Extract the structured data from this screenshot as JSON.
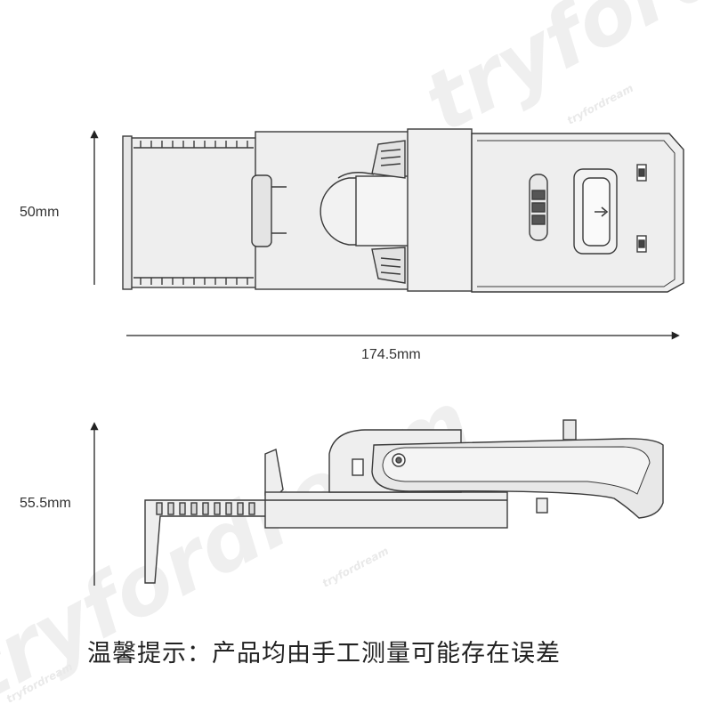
{
  "dimensions": {
    "top_height": "50mm",
    "top_length": "174.5mm",
    "side_height": "55.5mm"
  },
  "note": "温馨提示：产品均由手工测量可能存在误差",
  "watermark": {
    "big": "tryfordream",
    "small": "tryfordream"
  },
  "colors": {
    "line": "#3a3a3a",
    "product_fill": "#eeeeee",
    "shadow": "#a0a0a0"
  }
}
